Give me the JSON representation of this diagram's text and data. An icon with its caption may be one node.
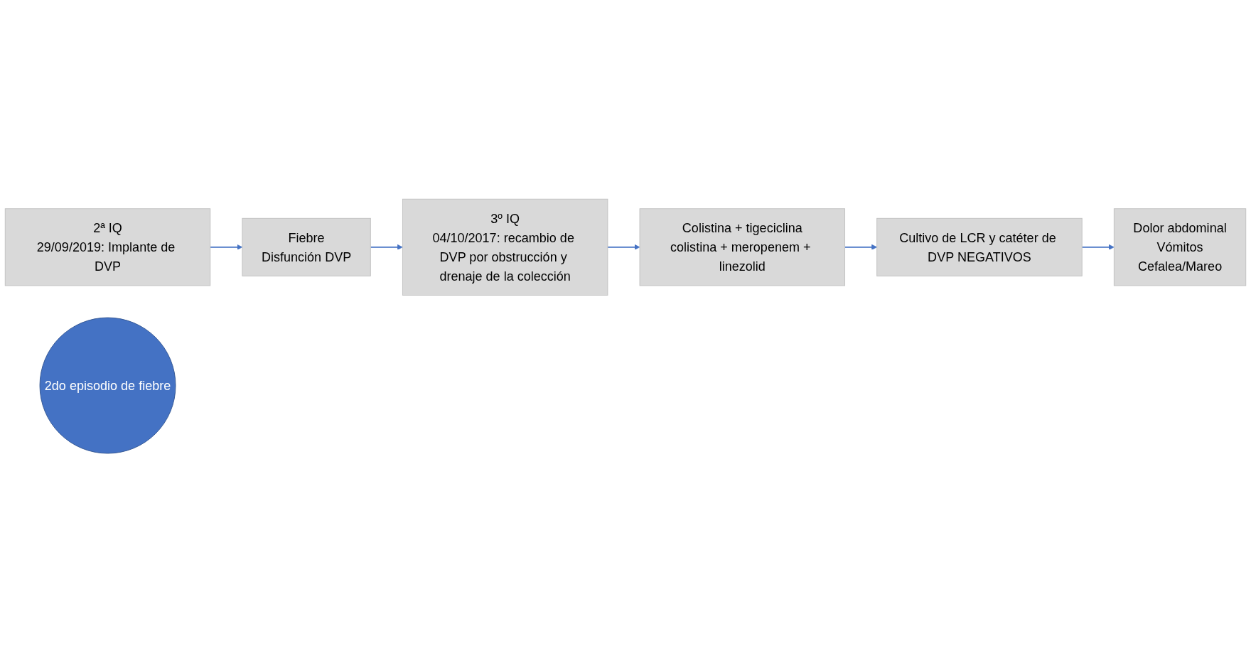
{
  "diagram": {
    "nodes": [
      {
        "text": [
          "2ª IQ",
          "29/09/2019: Implante de DVP"
        ]
      },
      {
        "text": [
          "2do episodio de fiebre"
        ]
      },
      {
        "text": [
          "Fiebre",
          "Disfunción DVP"
        ]
      },
      {
        "text": [
          "3º IQ",
          "04/10/2017: recambio de DVP por obstrucción y drenaje de la colección"
        ]
      },
      {
        "text": [
          "Colistina + tigeciclina",
          "colistina + meropenem + linezolid"
        ]
      },
      {
        "text": [
          "Cultivo de LCR y catéter de DVP NEGATIVOS"
        ]
      },
      {
        "text": [
          "Dolor abdominal",
          "Vómitos",
          "Cefalea/Mareo"
        ]
      }
    ],
    "edges": [
      {
        "from": 0,
        "to": 2,
        "arrow": "to"
      },
      {
        "from": 2,
        "to": 3,
        "arrow": "to"
      },
      {
        "from": 3,
        "to": 4,
        "arrow": "to"
      },
      {
        "from": 4,
        "to": 5,
        "arrow": "to"
      },
      {
        "from": 5,
        "to": 6,
        "arrow": "to"
      }
    ]
  }
}
